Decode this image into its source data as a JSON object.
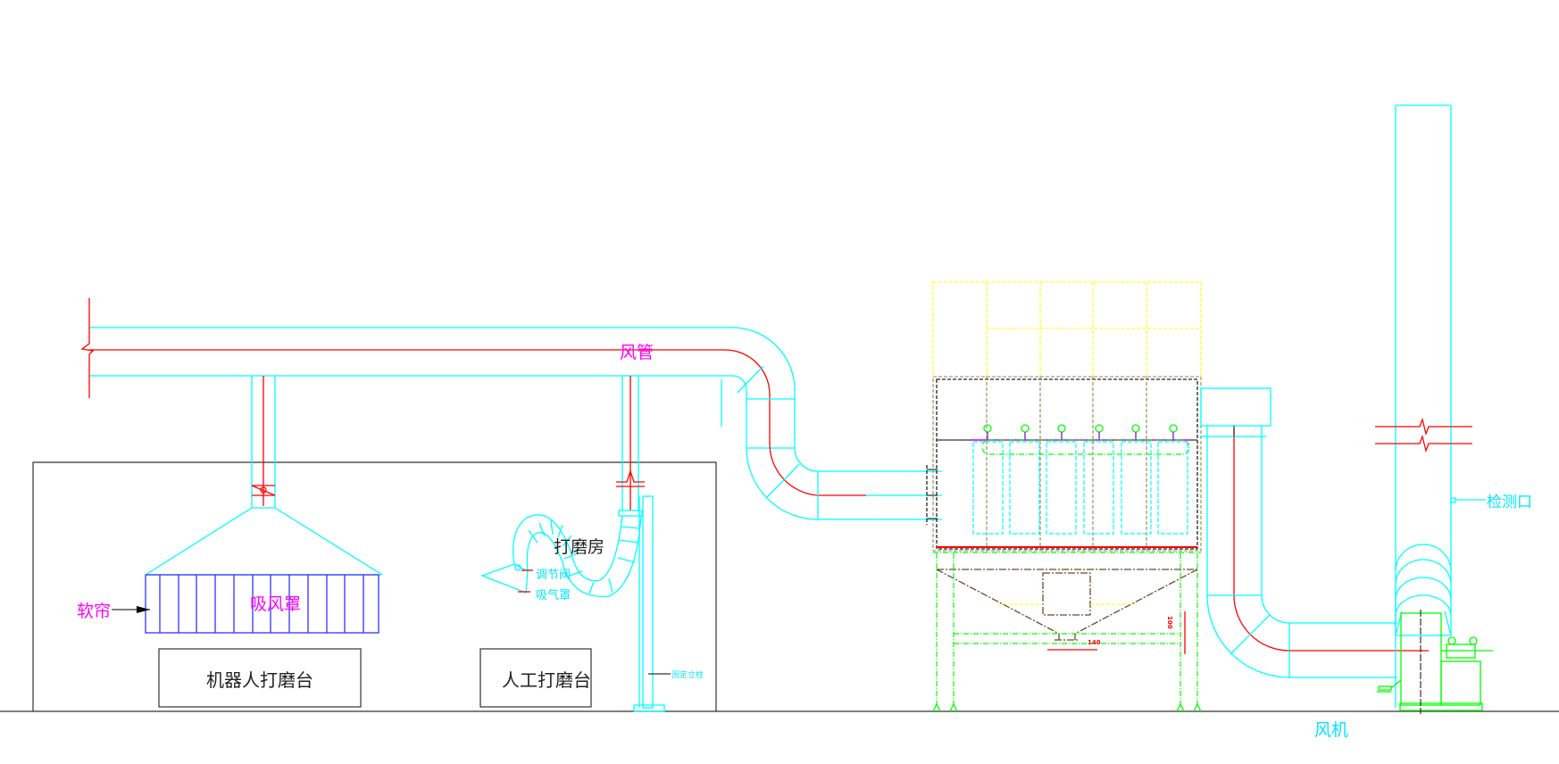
{
  "drawing": {
    "title": "打磨房除尘系统示意图",
    "labels": {
      "duct": "风管",
      "soft_curtain": "软帘",
      "suction_hood": "吸风罩",
      "grinding_room": "打磨房",
      "regulating_valve": "调节阀",
      "suction_cover": "吸气罩",
      "fixed_column": "固定立柱",
      "robot_table": "机器人打磨台",
      "manual_table": "人工打磨台",
      "inspection_port": "检测口",
      "fan": "风机"
    },
    "dimensions": {
      "outlet_width": "140",
      "outlet_height": "100"
    },
    "colors": {
      "duct": "#00ffff",
      "centerline": "#ff0000",
      "label_magenta": "#ff00ff",
      "hood_curtain": "#3333ff",
      "frame": "#00ff00",
      "top_frame": "#ffff00",
      "outline": "#333333"
    }
  }
}
